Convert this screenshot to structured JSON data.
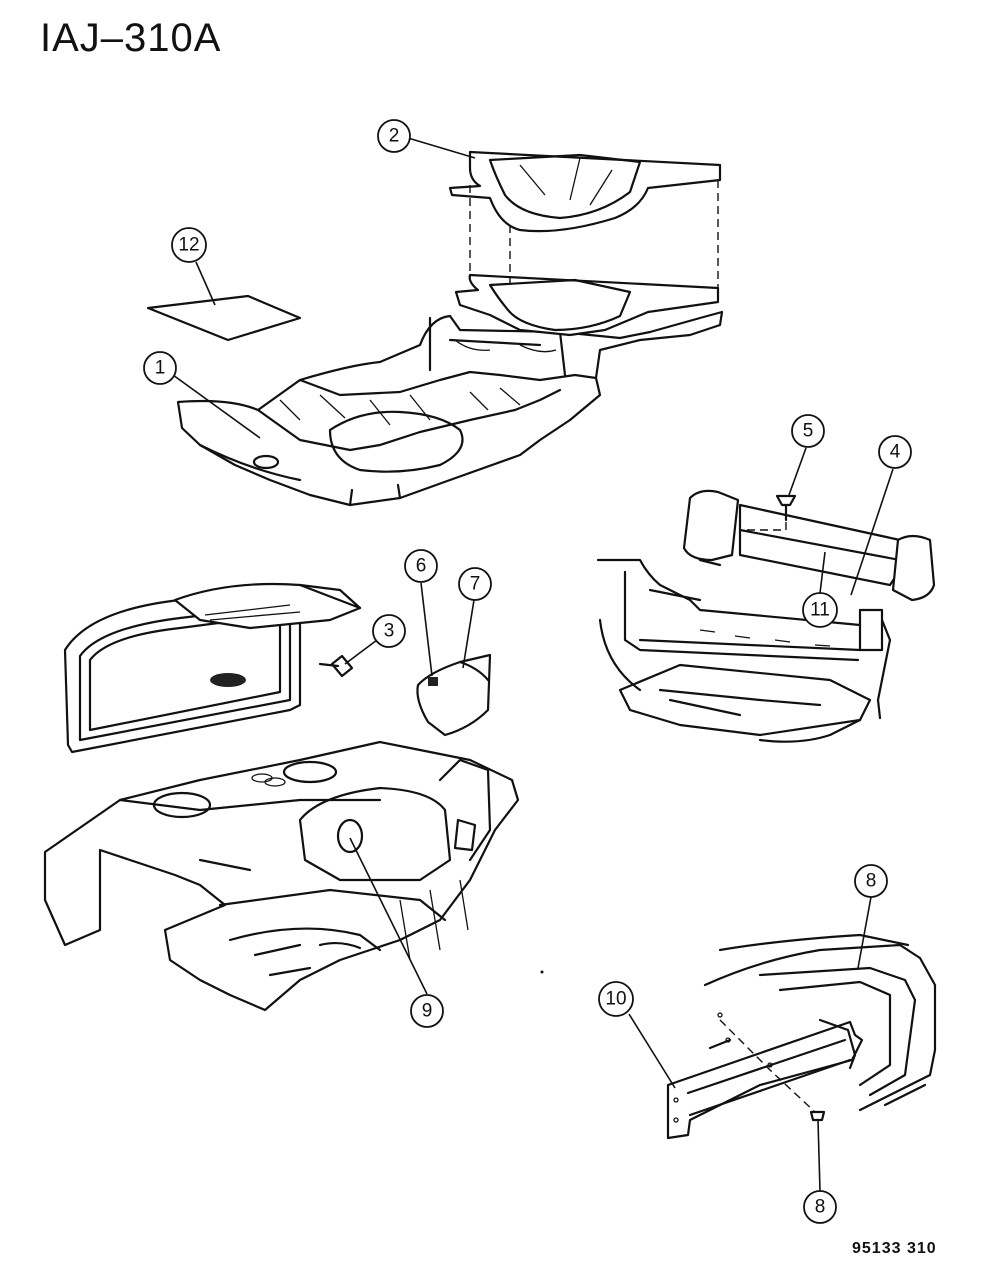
{
  "header": {
    "title": "IAJ–310A"
  },
  "footer": {
    "reference": "95133 310"
  },
  "callouts": [
    {
      "id": "c1",
      "label": "1"
    },
    {
      "id": "c2",
      "label": "2"
    },
    {
      "id": "c3",
      "label": "3"
    },
    {
      "id": "c4",
      "label": "4"
    },
    {
      "id": "c5",
      "label": "5"
    },
    {
      "id": "c6",
      "label": "6"
    },
    {
      "id": "c7",
      "label": "7"
    },
    {
      "id": "c8a",
      "label": "8"
    },
    {
      "id": "c8b",
      "label": "8"
    },
    {
      "id": "c9",
      "label": "9"
    },
    {
      "id": "c10",
      "label": "10"
    },
    {
      "id": "c11",
      "label": "11"
    },
    {
      "id": "c12",
      "label": "12"
    }
  ]
}
